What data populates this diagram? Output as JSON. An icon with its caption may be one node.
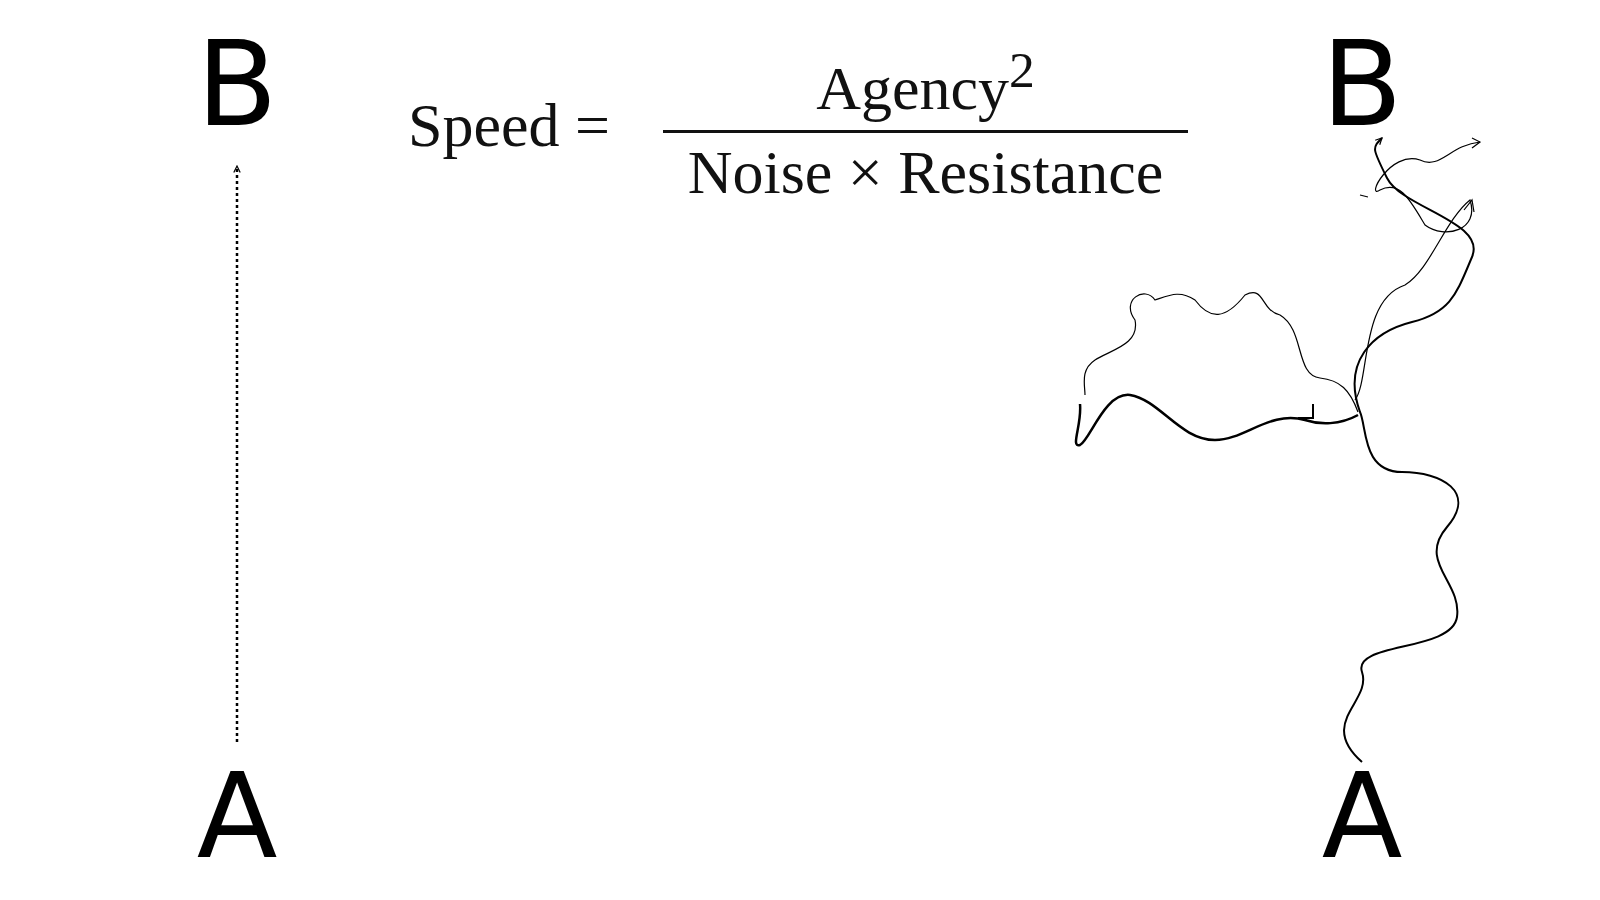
{
  "diagram": {
    "nodes": [
      {
        "text": [
          "A"
        ]
      },
      {
        "text": [
          "B"
        ]
      },
      {
        "text": [
          "A"
        ]
      },
      {
        "text": [
          "B"
        ]
      }
    ],
    "edges": [
      {
        "from": 0,
        "to": 1,
        "arrow": "to",
        "style": "dashed"
      },
      {
        "from": 2,
        "to": 3,
        "arrow": "to"
      }
    ],
    "labels": [
      "Speed =",
      "Agency$^{2}$",
      "Noise × Resistance"
    ]
  }
}
